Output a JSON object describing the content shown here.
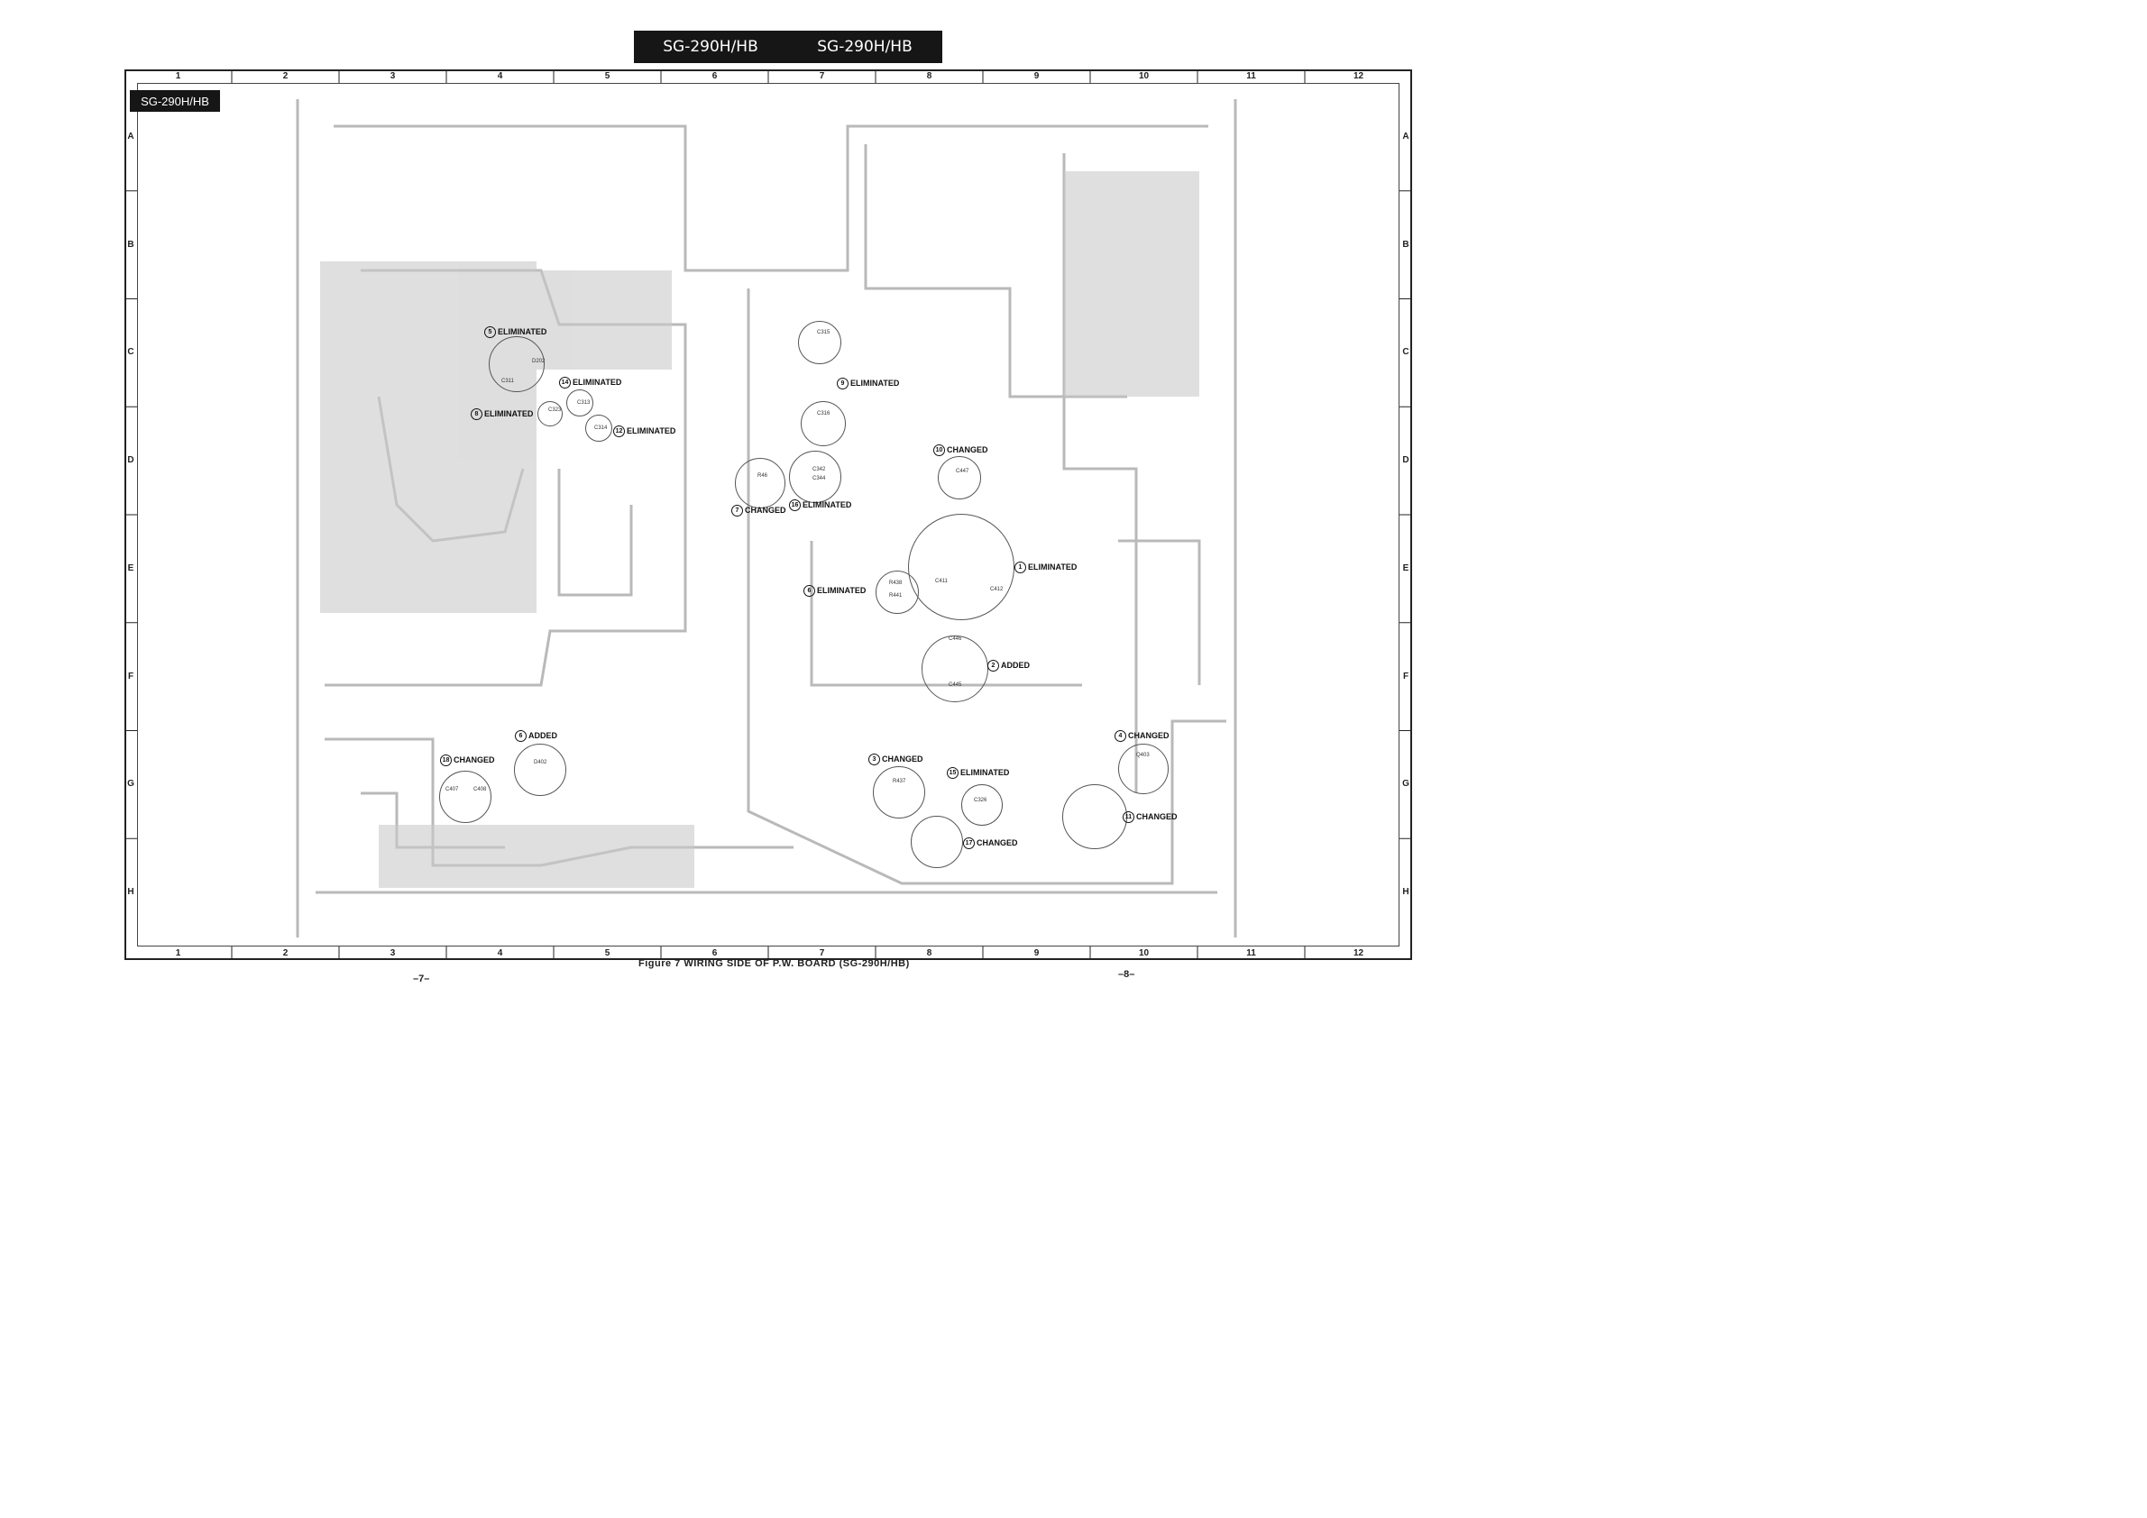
{
  "header": {
    "title_left": "SG-290H/HB",
    "title_right": "SG-290H/HB"
  },
  "board": {
    "badge": "SG-290H/HB"
  },
  "grid": {
    "columns": [
      "1",
      "2",
      "3",
      "4",
      "5",
      "6",
      "7",
      "8",
      "9",
      "10",
      "11",
      "12"
    ],
    "rows": [
      "A",
      "B",
      "C",
      "D",
      "E",
      "F",
      "G",
      "H"
    ]
  },
  "callouts": [
    {
      "num": "5",
      "label": "ELIMINATED"
    },
    {
      "num": "14",
      "label": "ELIMINATED"
    },
    {
      "num": "8",
      "label": "ELIMINATED"
    },
    {
      "num": "12",
      "label": "ELIMINATED"
    },
    {
      "num": "9",
      "label": "ELIMINATED"
    },
    {
      "num": "10",
      "label": "CHANGED"
    },
    {
      "num": "7",
      "label": "CHANGED"
    },
    {
      "num": "16",
      "label": "ELIMINATED"
    },
    {
      "num": "1",
      "label": "ELIMINATED"
    },
    {
      "num": "6",
      "label": "ELIMINATED"
    },
    {
      "num": "2",
      "label": "ADDED"
    },
    {
      "num": "4",
      "label": "CHANGED"
    },
    {
      "num": "6",
      "label": "ADDED"
    },
    {
      "num": "18",
      "label": "CHANGED"
    },
    {
      "num": "3",
      "label": "CHANGED"
    },
    {
      "num": "15",
      "label": "ELIMINATED"
    },
    {
      "num": "11",
      "label": "CHANGED"
    },
    {
      "num": "17",
      "label": "CHANGED"
    }
  ],
  "parts": [
    "D202",
    "C311",
    "C323",
    "C313",
    "C314",
    "C315",
    "C316",
    "R46",
    "C342",
    "C344",
    "C447",
    "R438",
    "R441",
    "C411",
    "C412",
    "C446",
    "C445",
    "Q403",
    "C407",
    "C408",
    "D402",
    "R437",
    "C326"
  ],
  "caption": "Figure 7  WIRING SIDE OF P.W. BOARD (SG-290H/HB)",
  "page_left": "–7–",
  "page_right": "–8–",
  "colors": {
    "ink": "#222222",
    "header_bg": "#161616",
    "trace": "#9a9a9a"
  }
}
